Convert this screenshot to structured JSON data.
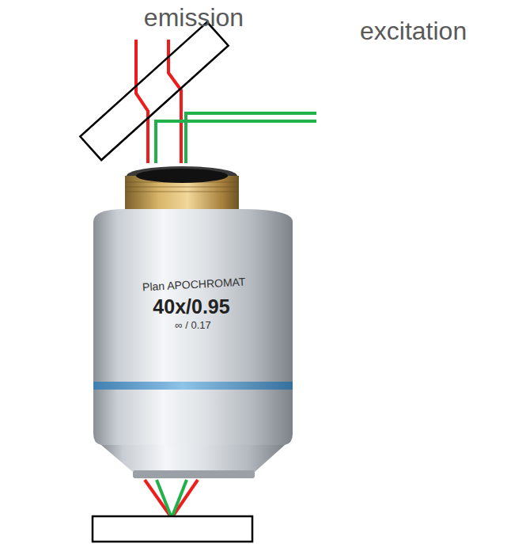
{
  "diagram": {
    "labels": [
      "emission",
      "excitation",
      "Plan APOCHROMAT",
      "40x/0.95",
      "∞ / 0.17"
    ]
  }
}
